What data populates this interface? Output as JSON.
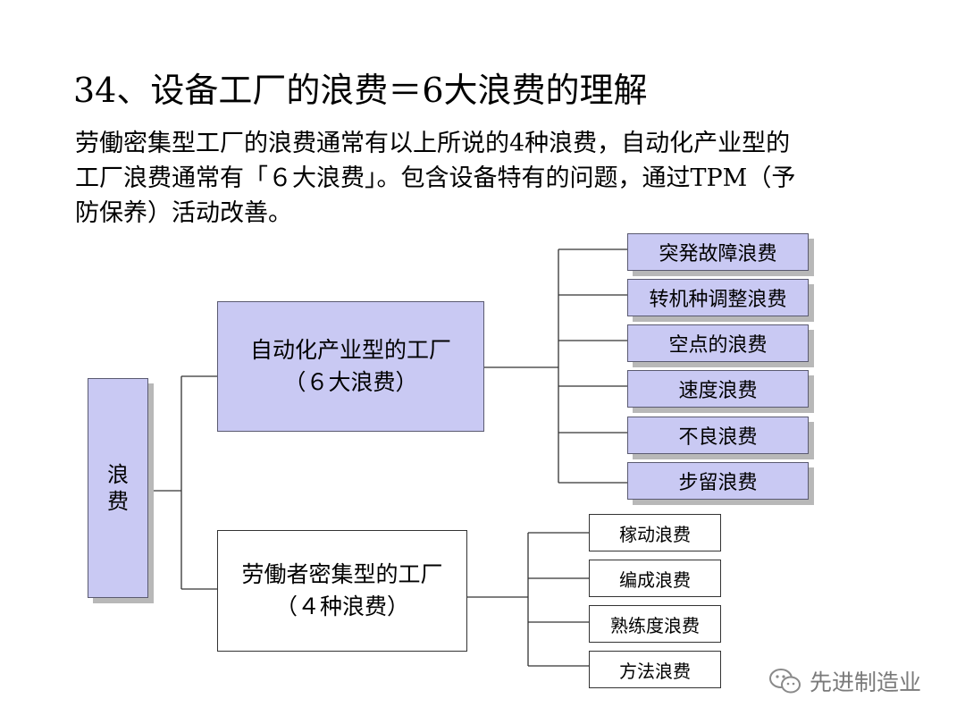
{
  "title": "34、设备工厂的浪费＝6大浪费的理解",
  "intro": {
    "line1": "劳働密集型工厂的浪费通常有以上所说的4种浪费，自动化产业型的",
    "line2": "工厂浪费通常有「６大浪费」。包含设备特有的问题，通过TPM（予",
    "line3": "防保养）活动改善。"
  },
  "root": {
    "char1": "浪",
    "char2": "费"
  },
  "automated": {
    "line1": "自动化产业型的工厂",
    "line2": "（６大浪费）",
    "items": [
      "突発故障浪费",
      "转机种调整浪费",
      "空点的浪费",
      "速度浪费",
      "不良浪费",
      "步留浪费"
    ]
  },
  "labor": {
    "line1": "劳働者密集型的工厂",
    "line2": "（４种浪费）",
    "items": [
      "稼动浪费",
      "编成浪费",
      "熟练度浪费",
      "方法浪费"
    ]
  },
  "watermark": {
    "text": "先进制造业",
    "icon": "wechat-icon"
  },
  "colors": {
    "box_fill": "#c9c9f3",
    "box_border": "#5a5a70",
    "shadow": "#b8b8b8"
  }
}
